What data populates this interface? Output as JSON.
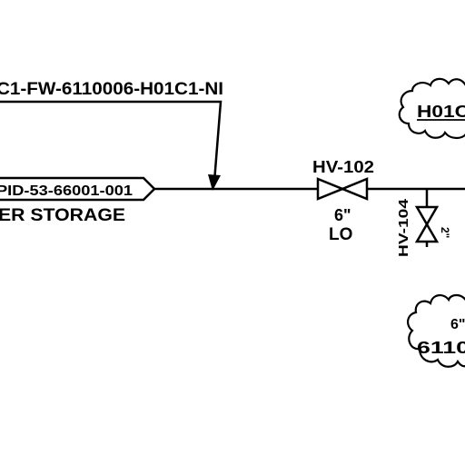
{
  "line_number_label": "C1-FW-6110006-H01C1-NI",
  "offpage_connector": {
    "reference": "PID-53-66001-001",
    "description": "ER STORAGE"
  },
  "valve_hv102": {
    "tag": "HV-102",
    "size": "6\"",
    "position": "LO"
  },
  "valve_hv104": {
    "tag": "HV-104",
    "size": "2\""
  },
  "cloud_top": {
    "text": "H01C"
  },
  "cloud_bottom": {
    "size": "6\"",
    "text": "6110"
  },
  "colors": {
    "ink": "#000000",
    "background": "#ffffff"
  }
}
